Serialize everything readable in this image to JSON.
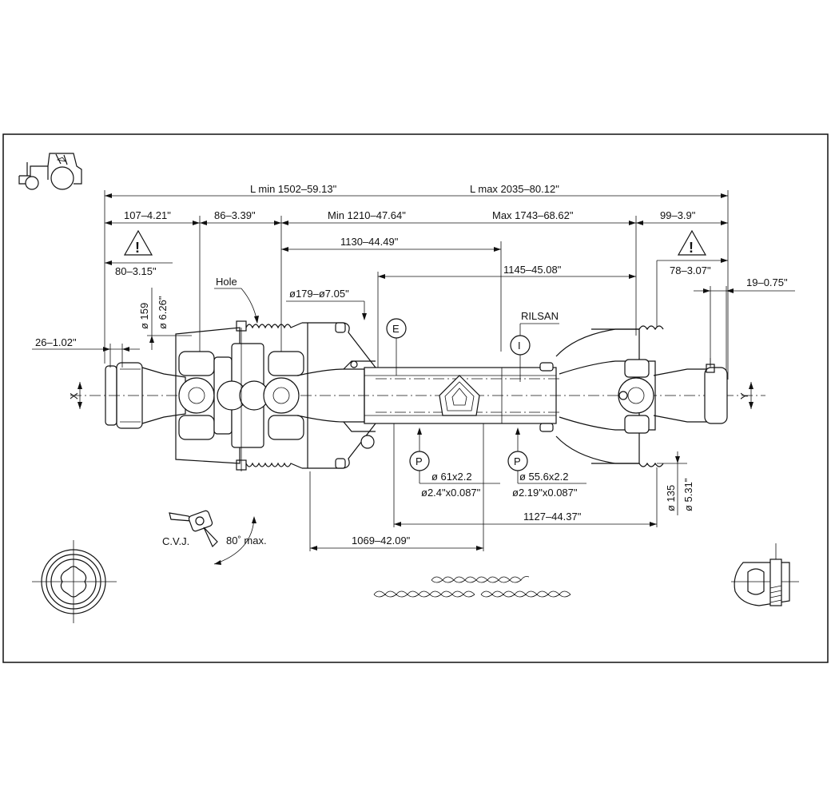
{
  "dimensions": {
    "l_min": "L min 1502–59.13\"",
    "l_max": "L max 2035–80.12\"",
    "d107": "107–4.21\"",
    "d86": "86–3.39\"",
    "min_len": "Min 1210–47.64\"",
    "max_len": "Max 1743–68.62\"",
    "d99": "99–3.9\"",
    "d1130": "1130–44.49\"",
    "d1145": "1145–45.08\"",
    "d80": "80–3.15\"",
    "d78": "78–3.07\"",
    "d19": "19–0.75\"",
    "d26": "26–1.02\"",
    "dia179": "ø179–ø7.05\"",
    "dia159_mm": "ø 159",
    "dia159_in": "ø 6.26\"",
    "dia135_mm": "ø 135",
    "dia135_in": "ø 5.31\"",
    "d1127": "1127–44.37\"",
    "d1069": "1069–42.09\""
  },
  "labels": {
    "hole": "Hole",
    "rilsan": "RILSAN",
    "tube_outer_mm": "ø 61x2.2",
    "tube_outer_in": "ø2.4\"x0.087\"",
    "tube_inner_mm": "ø 55.6x2.2",
    "tube_inner_in": "ø2.19\"x0.087\"",
    "cvj": "C.V.J.",
    "angle": "80˚ max.",
    "x_axis": "X",
    "y_axis": "Y"
  },
  "callouts": {
    "e": "E",
    "i": "I",
    "p1": "P",
    "p2": "P"
  },
  "warnings": {
    "symbol": "!"
  },
  "icons": [
    "tractor-icon",
    "warning-triangle-icon",
    "spline-hub-icon",
    "shear-bolt-icon",
    "safety-chain-icon"
  ]
}
